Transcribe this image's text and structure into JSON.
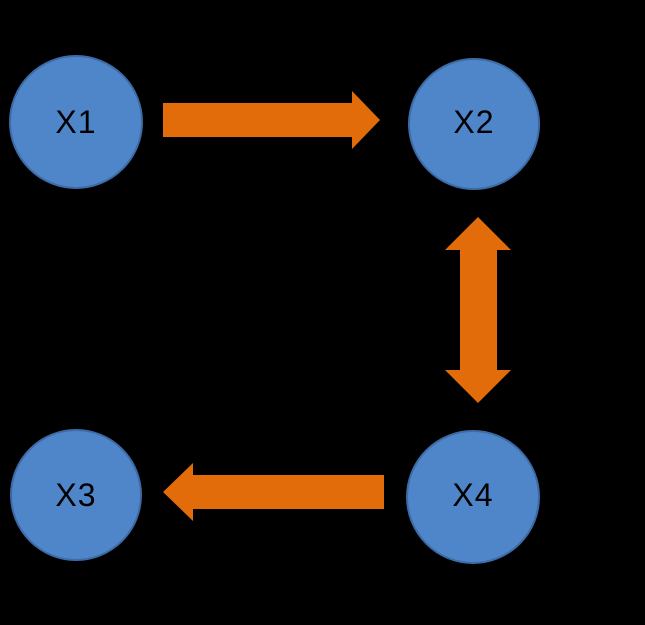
{
  "diagram": {
    "type": "causal-graph",
    "colors": {
      "background": "#000000",
      "node_fill": "#4F85C9",
      "node_border": "#3D6BA6",
      "arrow": "#E36C0A",
      "label_text": "#000000"
    },
    "nodes": [
      {
        "id": "x1",
        "label": "X1",
        "position": "top-left"
      },
      {
        "id": "x2",
        "label": "X2",
        "position": "top-right"
      },
      {
        "id": "x3",
        "label": "X3",
        "position": "bottom-left"
      },
      {
        "id": "x4",
        "label": "X4",
        "position": "bottom-right"
      }
    ],
    "edges": [
      {
        "from": "X1",
        "to": "X2",
        "style": "block-arrow",
        "bidirectional": false,
        "orientation": "horizontal-right"
      },
      {
        "from": "X2",
        "to": "X4",
        "style": "block-arrow",
        "bidirectional": true,
        "orientation": "vertical"
      },
      {
        "from": "X4",
        "to": "X3",
        "style": "block-arrow",
        "bidirectional": false,
        "orientation": "horizontal-left"
      }
    ]
  }
}
